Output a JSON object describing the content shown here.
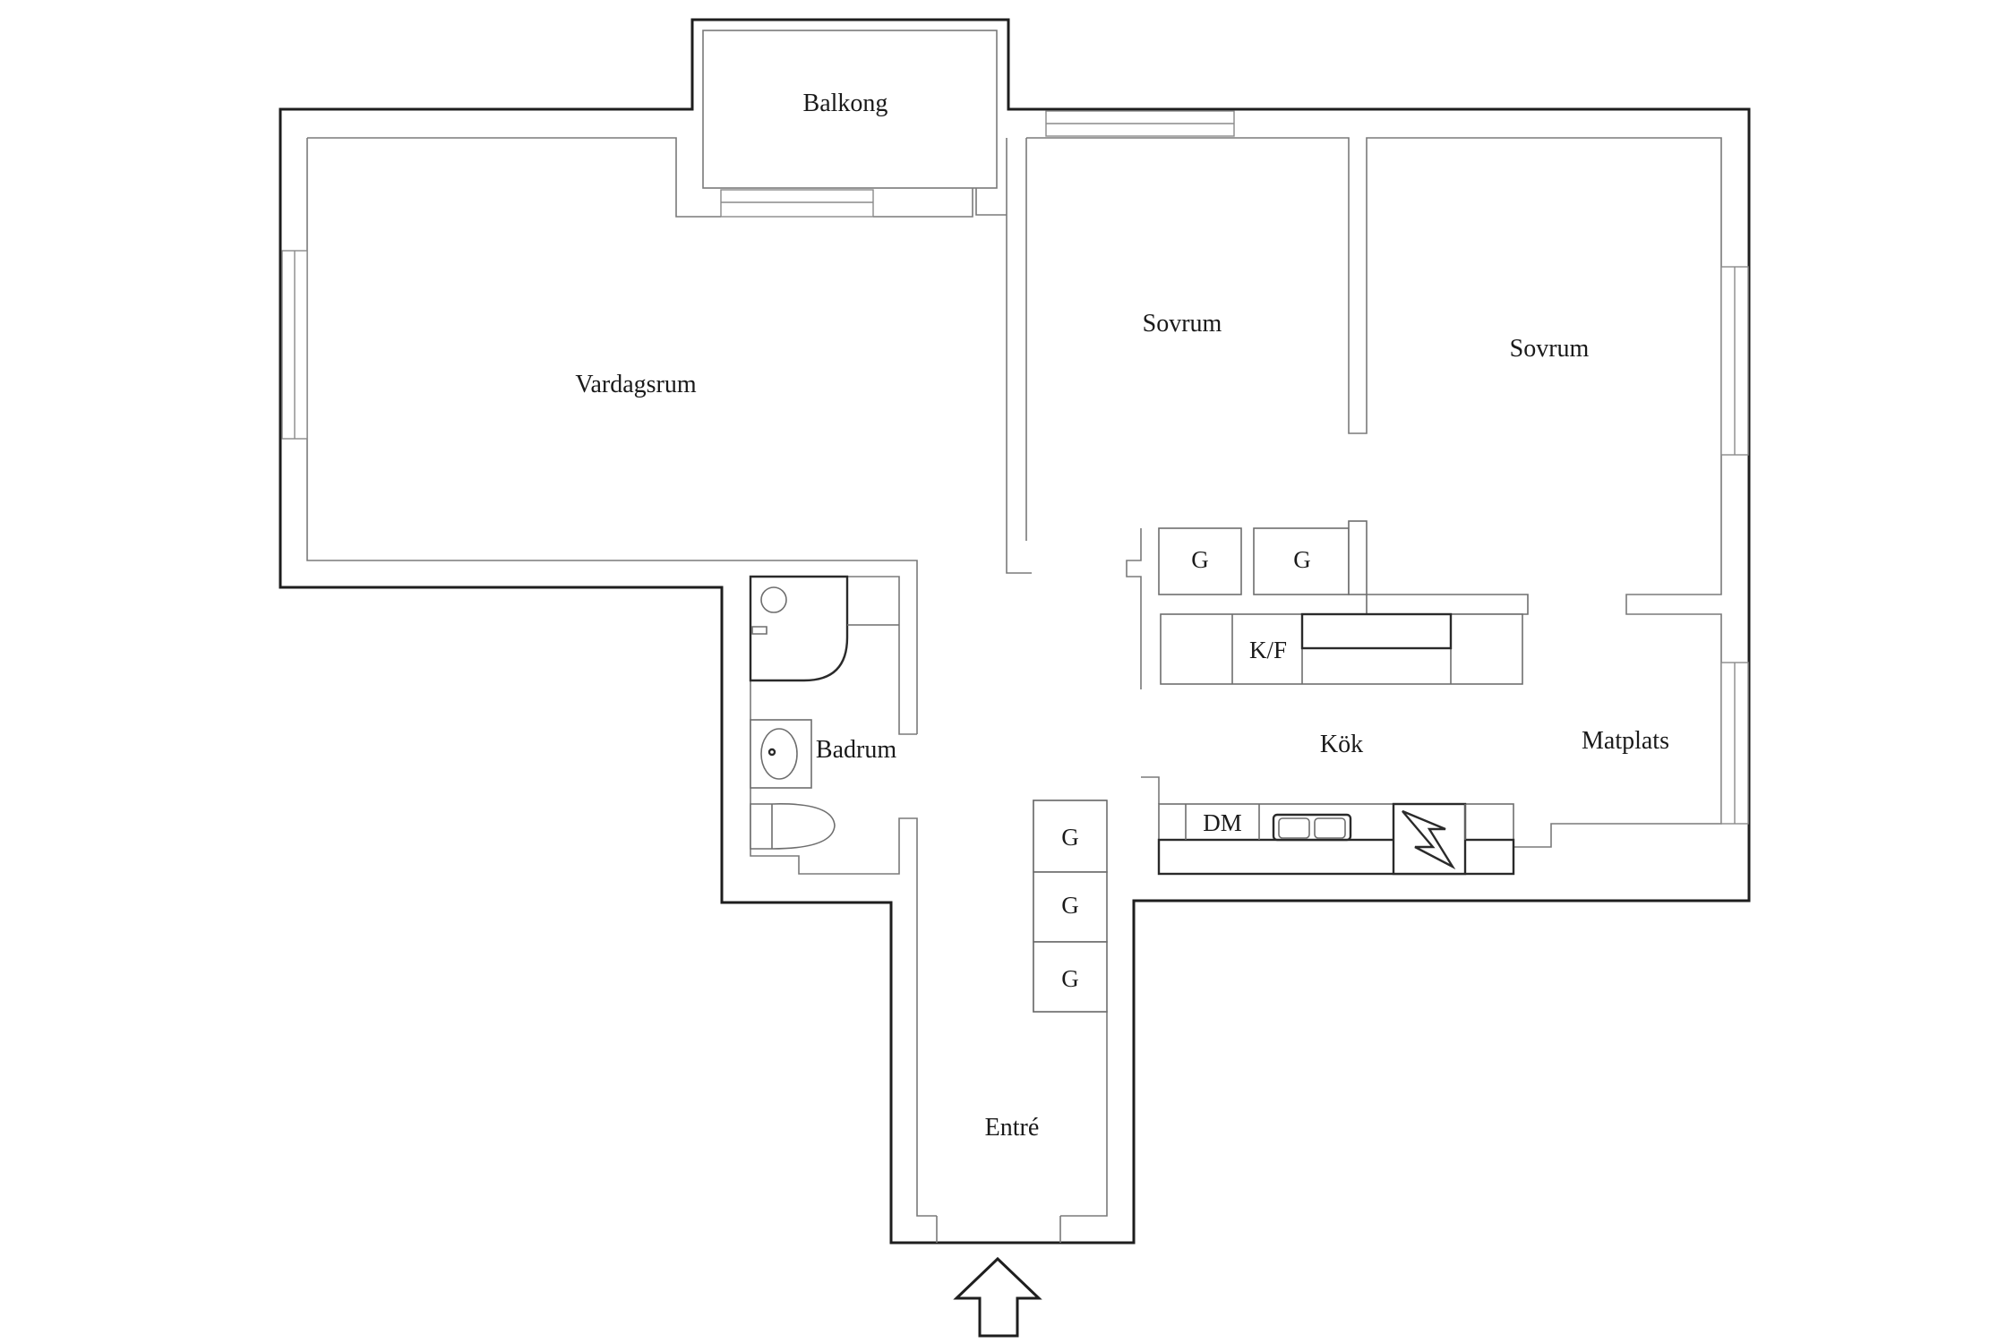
{
  "plan": {
    "rooms": {
      "balkong": "Balkong",
      "vardagsrum": "Vardagsrum",
      "sovrum_1": "Sovrum",
      "sovrum_2": "Sovrum",
      "badrum": "Badrum",
      "kok": "Kök",
      "matplats": "Matplats",
      "entre": "Entré"
    },
    "appliances": {
      "wardrobe_kitchen_1": "G",
      "wardrobe_kitchen_2": "G",
      "fridge_freezer": "K/F",
      "dishwasher": "DM",
      "wardrobe_hall_1": "G",
      "wardrobe_hall_2": "G",
      "wardrobe_hall_3": "G"
    },
    "entry_arrow_icon": "up-arrow-icon"
  }
}
